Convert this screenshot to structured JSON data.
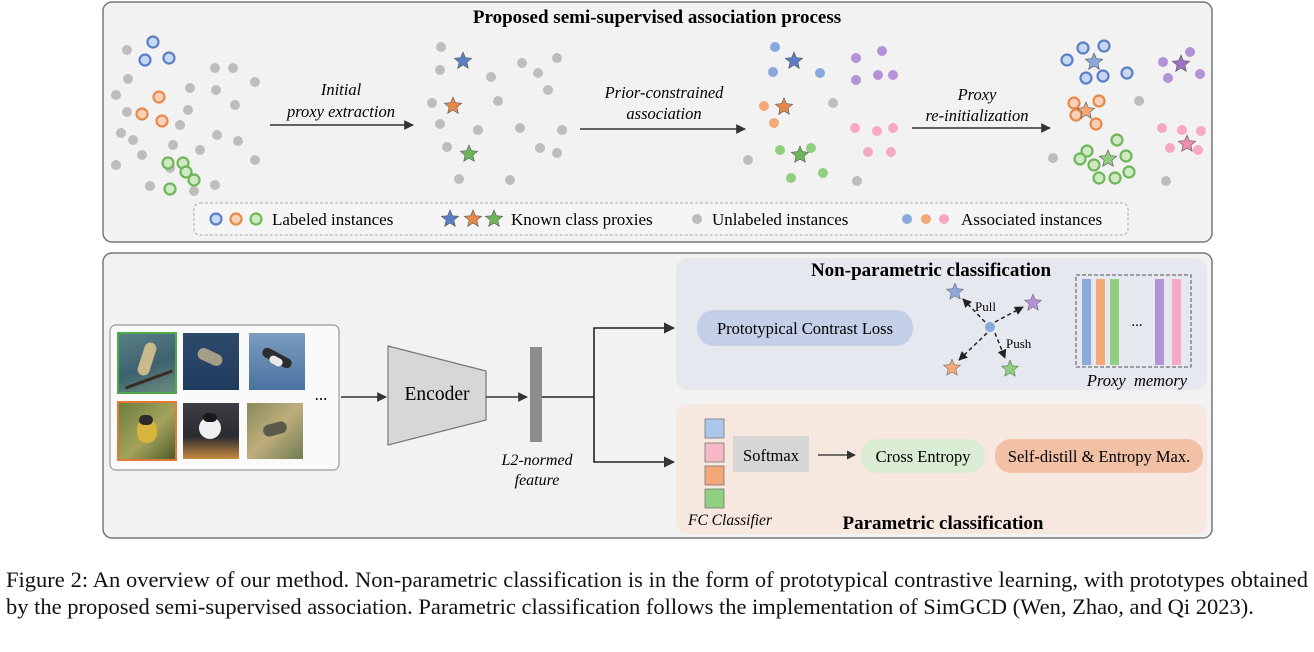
{
  "top_panel": {
    "title": "Proposed semi-supervised association process",
    "step1": [
      "Initial",
      "proxy extraction"
    ],
    "step2": [
      "Prior-constrained",
      "association"
    ],
    "step3": [
      "Proxy",
      "re-initialization"
    ],
    "legend": {
      "labeled": "Labeled instances",
      "known_proxies": "Known class proxies",
      "unlabeled": "Unlabeled instances",
      "associated": "Associated instances"
    }
  },
  "bottom_panel": {
    "ellipsis": "...",
    "encoder": "Encoder",
    "feature_label": [
      "L2-normed",
      "feature"
    ],
    "nonparam": {
      "title": "Non-parametric classification",
      "loss": "Prototypical Contrast Loss",
      "pull": "Pull",
      "push": "Push",
      "memory_dots": "...",
      "memory_label": "Proxy  memory"
    },
    "param": {
      "title": "Parametric classification",
      "softmax": "Softmax",
      "cross_entropy": "Cross Entropy",
      "self_distill": "Self-distill & Entropy Max.",
      "fc_label": "FC Classifier"
    }
  },
  "colors": {
    "blue": "#5b7fc7",
    "orange": "#e8894a",
    "green": "#6db75a",
    "gray": "#bdbdbd",
    "purple": "#9b72c6",
    "pink": "#ef8fb0",
    "light_blue": "#8aa8dc",
    "light_orange": "#f2a877",
    "light_green": "#8fcf7f",
    "light_purple": "#b392d8",
    "light_pink": "#f7a9c2"
  },
  "caption": "Figure 2: An overview of our method. Non-parametric classification is in the form of prototypical contrastive learning, with prototypes obtained by the proposed semi-supervised association. Parametric classification follows the implementation of SimGCD (Wen, Zhao, and Qi 2023)."
}
